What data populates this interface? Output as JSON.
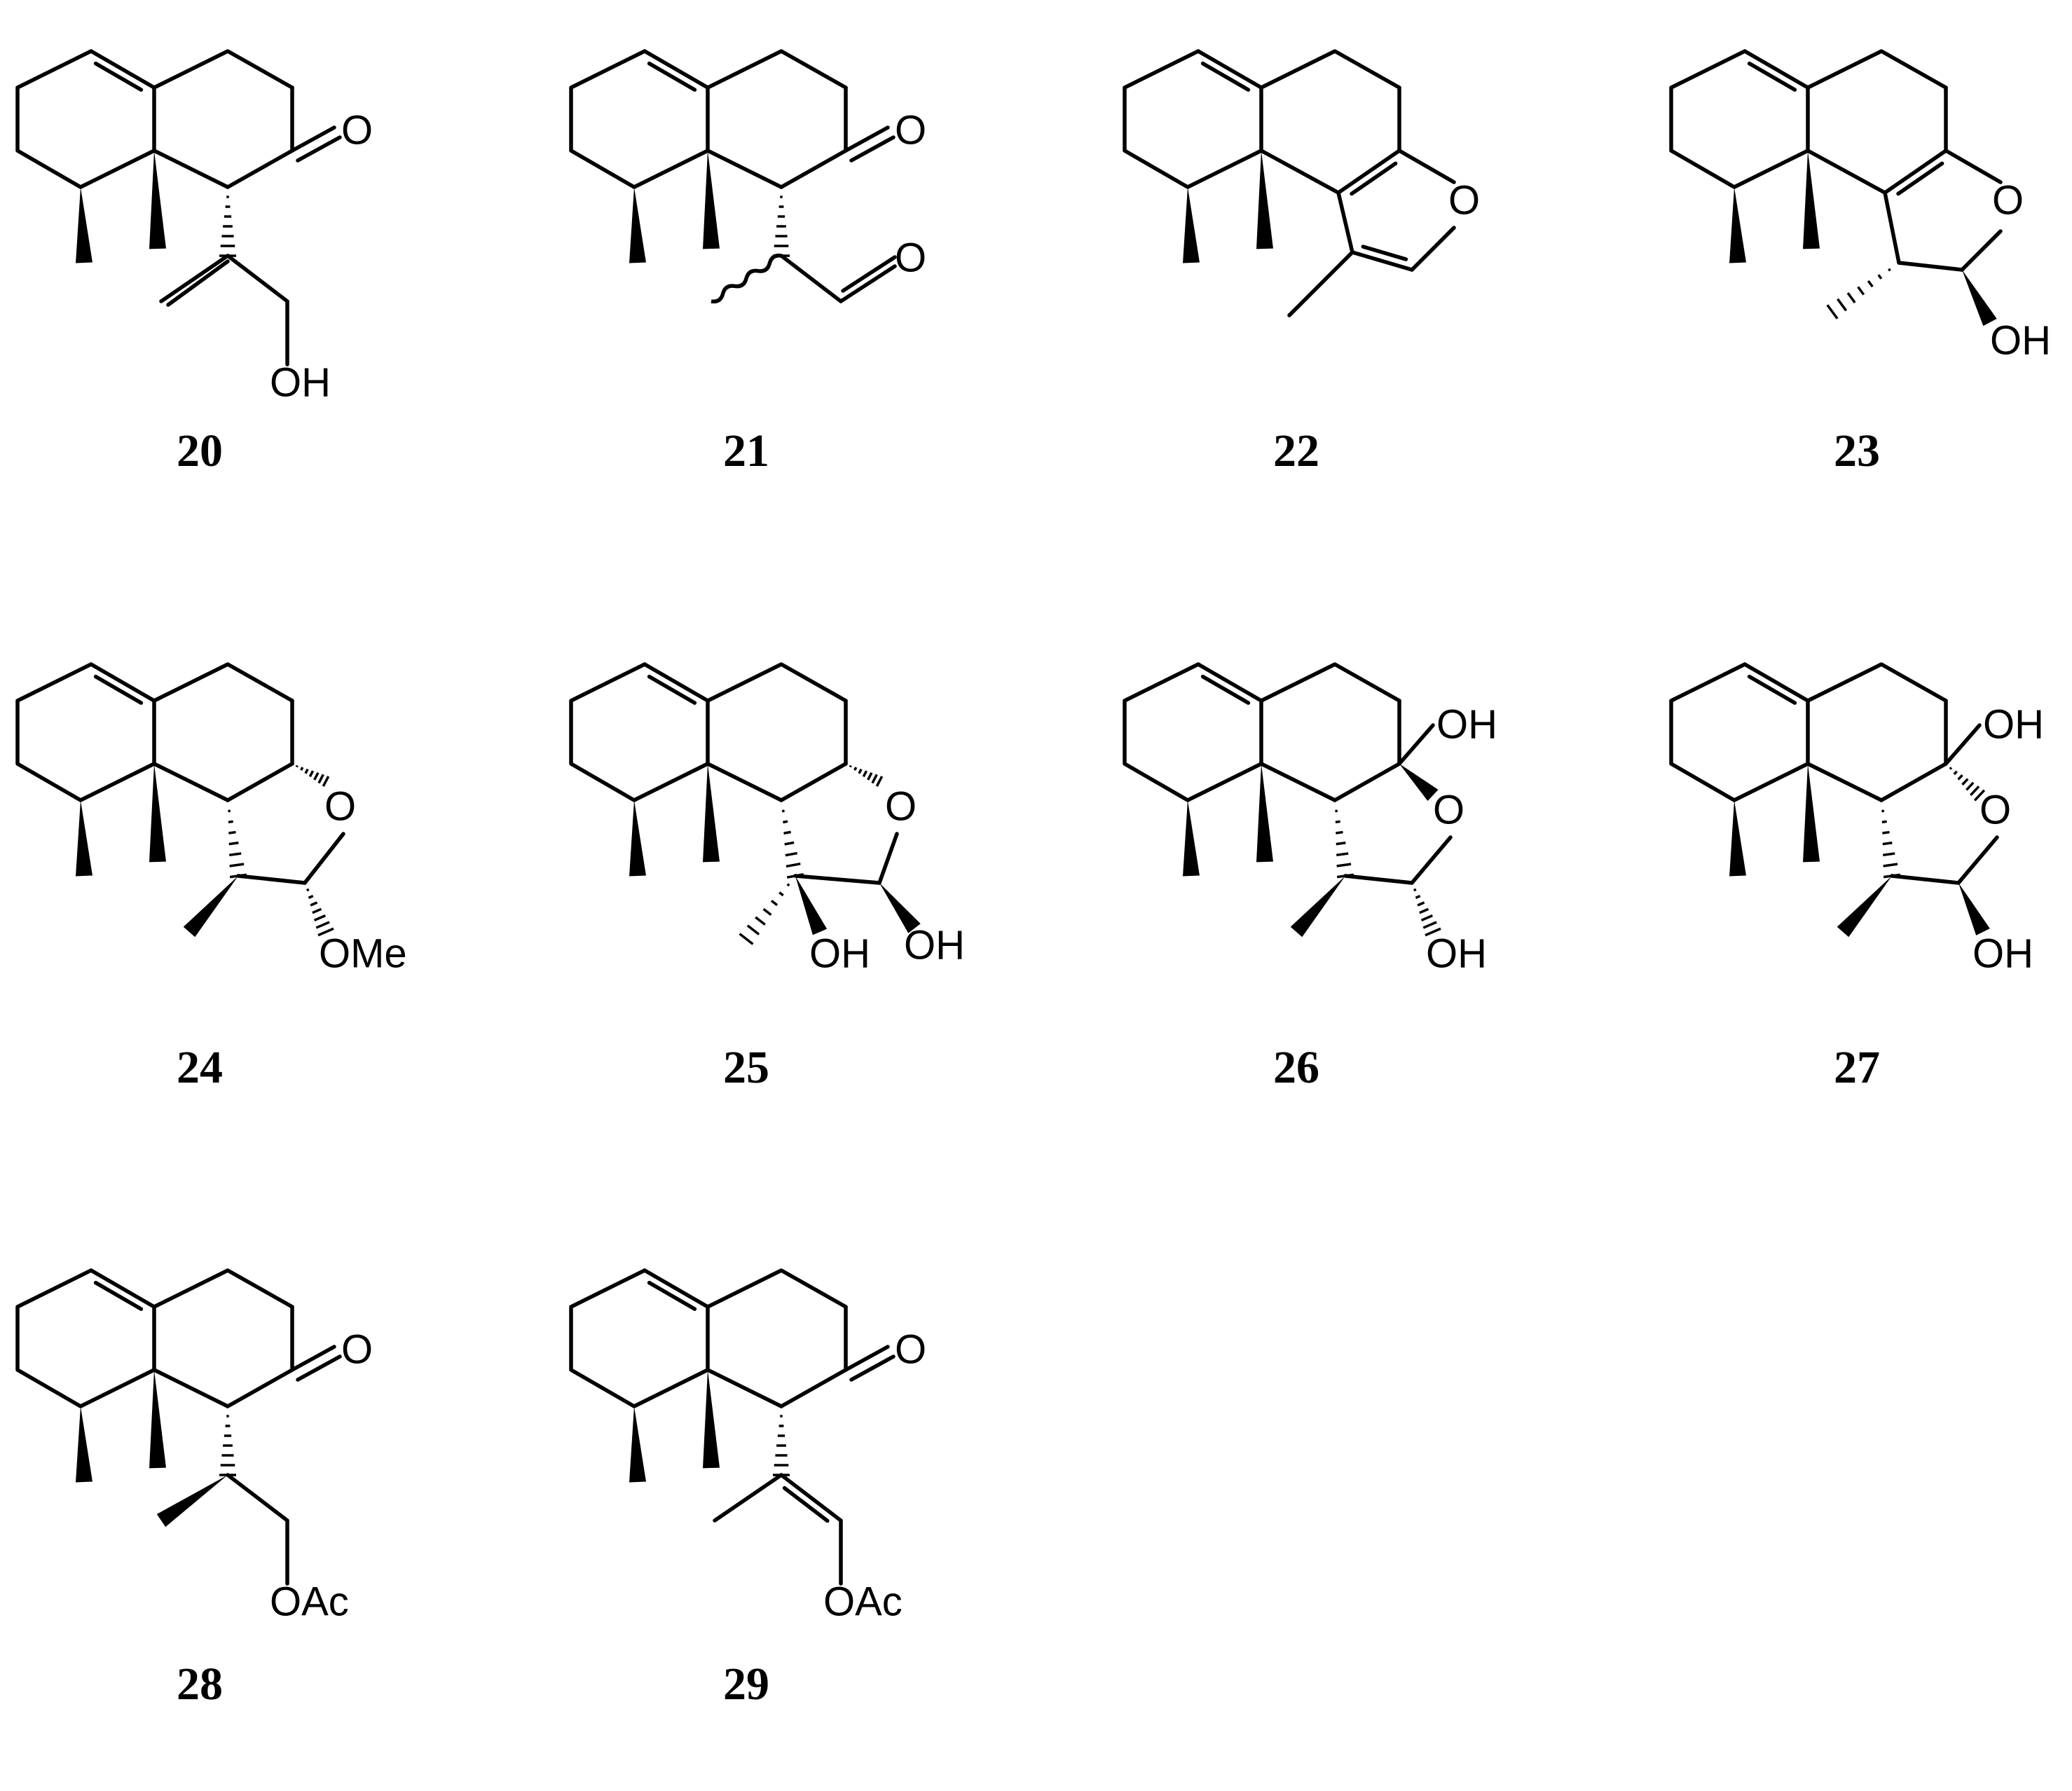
{
  "figure": {
    "compounds": [
      {
        "id": "20",
        "number": "20",
        "labels": [
          "O",
          "OH"
        ]
      },
      {
        "id": "21",
        "number": "21",
        "labels": [
          "O",
          "O"
        ]
      },
      {
        "id": "22",
        "number": "22",
        "labels": [
          "O"
        ]
      },
      {
        "id": "23",
        "number": "23",
        "labels": [
          "O",
          "OH"
        ]
      },
      {
        "id": "24",
        "number": "24",
        "labels": [
          "O",
          "OMe"
        ]
      },
      {
        "id": "25",
        "number": "25",
        "labels": [
          "O",
          "OH",
          "OH"
        ]
      },
      {
        "id": "26",
        "number": "26",
        "labels": [
          "OH",
          "O",
          "OH"
        ]
      },
      {
        "id": "27",
        "number": "27",
        "labels": [
          "OH",
          "O",
          "OH"
        ]
      },
      {
        "id": "28",
        "number": "28",
        "labels": [
          "O",
          "OAc"
        ]
      },
      {
        "id": "29",
        "number": "29",
        "labels": [
          "O",
          "OAc"
        ]
      }
    ]
  }
}
